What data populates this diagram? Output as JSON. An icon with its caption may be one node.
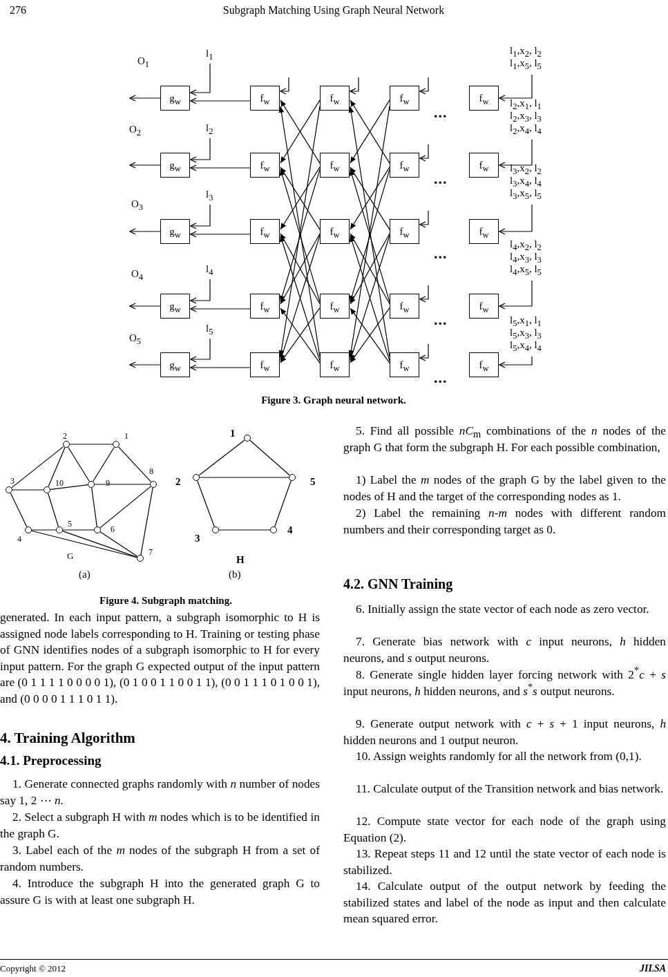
{
  "diagram": {
    "nodes": [
      {
        "text": [
          "g$_{w}$"
        ]
      },
      {
        "text": [
          "g$_{w}$"
        ]
      },
      {
        "text": [
          "g$_{w}$"
        ]
      },
      {
        "text": [
          "g$_{w}$"
        ]
      },
      {
        "text": [
          "g$_{w}$"
        ]
      },
      {
        "text": [
          "f$_{w}$"
        ]
      },
      {
        "text": [
          "f$_{w}$"
        ]
      },
      {
        "text": [
          "f$_{w}$"
        ]
      },
      {
        "text": [
          "f$_{w}$"
        ]
      },
      {
        "text": [
          "f$_{w}$"
        ]
      },
      {
        "text": [
          "f$_{w}$"
        ]
      },
      {
        "text": [
          "f$_{w}$"
        ]
      },
      {
        "text": [
          "f$_{w}$"
        ]
      },
      {
        "text": [
          "f$_{w}$"
        ]
      },
      {
        "text": [
          "f$_{w}$"
        ]
      },
      {
        "text": [
          "f$_{w}$"
        ]
      },
      {
        "text": [
          "f$_{w}$"
        ]
      },
      {
        "text": [
          "f$_{w}$"
        ]
      },
      {
        "text": [
          "f$_{w}$"
        ]
      },
      {
        "text": [
          "f$_{w}$"
        ]
      },
      {
        "text": [
          "f$_{w}$"
        ]
      },
      {
        "text": [
          "f$_{w}$"
        ]
      },
      {
        "text": [
          "f$_{w}$"
        ]
      },
      {
        "text": [
          "f$_{w}$"
        ]
      },
      {
        "text": [
          "f$_{w}$"
        ]
      },
      {
        "text": [
          "l$_{1}$"
        ]
      },
      {
        "text": [
          "l$_{2}$"
        ]
      },
      {
        "text": [
          "l$_{3}$"
        ]
      },
      {
        "text": [
          "l$_{4}$"
        ]
      },
      {
        "text": [
          "l$_{5}$"
        ]
      },
      {
        "text": [
          "l$_{1}$,x$_{2}$, l$_{2}$",
          "l$_{1}$,x$_{5}$, l$_{5}$"
        ]
      },
      {
        "text": [
          "l$_{2}$,x$_{1}$, l$_{1}$",
          "l$_{2}$,x$_{3}$, l$_{3}$",
          "l$_{2}$,x$_{4}$, l$_{4}$"
        ]
      },
      {
        "text": [
          "l$_{3}$,x$_{2}$, l$_{2}$",
          "l$_{3}$,x$_{4}$, l$_{4}$",
          "l$_{3}$,x$_{5}$, l$_{5}$"
        ]
      },
      {
        "text": [
          "l$_{4}$,x$_{2}$, l$_{2}$",
          "l$_{4}$,x$_{3}$, l$_{3}$",
          "l$_{4}$,x$_{5}$, l$_{5}$"
        ]
      },
      {
        "text": [
          "l$_{5}$,x$_{1}$, l$_{1}$",
          "l$_{5}$,x$_{3}$, l$_{3}$",
          "l$_{5}$,x$_{4}$, l$_{4}$"
        ]
      },
      {
        "text": [],
        "shape": "circle",
        "beside": [
          "2"
        ]
      },
      {
        "text": [],
        "shape": "circle",
        "beside": [
          "1"
        ]
      },
      {
        "text": [],
        "shape": "circle",
        "beside": [
          "3"
        ]
      },
      {
        "text": [],
        "shape": "circle",
        "beside": [
          "10"
        ]
      },
      {
        "text": [],
        "shape": "circle",
        "beside": [
          "9"
        ]
      },
      {
        "text": [],
        "shape": "circle",
        "beside": [
          "8"
        ]
      },
      {
        "text": [],
        "shape": "circle",
        "beside": [
          "4"
        ]
      },
      {
        "text": [],
        "shape": "circle",
        "beside": [
          "5"
        ]
      },
      {
        "text": [],
        "shape": "circle",
        "beside": [
          "6"
        ]
      },
      {
        "text": [],
        "shape": "circle",
        "beside": [
          "7"
        ]
      },
      {
        "text": [],
        "shape": "circle",
        "beside": [
          "1"
        ]
      },
      {
        "text": [],
        "shape": "circle",
        "beside": [
          "2"
        ]
      },
      {
        "text": [],
        "shape": "circle",
        "beside": [
          "5"
        ]
      },
      {
        "text": [],
        "shape": "circle",
        "beside": [
          "3"
        ]
      },
      {
        "text": [],
        "shape": "circle",
        "beside": [
          "4"
        ]
      }
    ],
    "edges": [
      {
        "from": 0,
        "to": null,
        "arrow": "to"
      },
      {
        "from": 1,
        "to": null,
        "arrow": "to"
      },
      {
        "from": 2,
        "to": null,
        "arrow": "to"
      },
      {
        "from": 3,
        "to": null,
        "arrow": "to"
      },
      {
        "from": 4,
        "to": null,
        "arrow": "to"
      },
      {
        "from": 25,
        "to": 0,
        "arrow": "to"
      },
      {
        "from": 26,
        "to": 1,
        "arrow": "to"
      },
      {
        "from": 27,
        "to": 2,
        "arrow": "to"
      },
      {
        "from": 28,
        "to": 3,
        "arrow": "to"
      },
      {
        "from": 29,
        "to": 4,
        "arrow": "to"
      },
      {
        "from": 5,
        "to": 0,
        "arrow": "to"
      },
      {
        "from": 6,
        "to": 1,
        "arrow": "to"
      },
      {
        "from": 7,
        "to": 2,
        "arrow": "to"
      },
      {
        "from": 8,
        "to": 3,
        "arrow": "to"
      },
      {
        "from": 9,
        "to": 4,
        "arrow": "to"
      },
      {
        "from": 11,
        "to": 5,
        "arrow": "to"
      },
      {
        "from": 14,
        "to": 5,
        "arrow": "to"
      },
      {
        "from": 10,
        "to": 6,
        "arrow": "to"
      },
      {
        "from": 12,
        "to": 6,
        "arrow": "to"
      },
      {
        "from": 13,
        "to": 6,
        "arrow": "to"
      },
      {
        "from": 11,
        "to": 7,
        "arrow": "to"
      },
      {
        "from": 13,
        "to": 7,
        "arrow": "to"
      },
      {
        "from": 14,
        "to": 7,
        "arrow": "to"
      },
      {
        "from": 11,
        "to": 8,
        "arrow": "to"
      },
      {
        "from": 12,
        "to": 8,
        "arrow": "to"
      },
      {
        "from": 14,
        "to": 8,
        "arrow": "to"
      },
      {
        "from": 10,
        "to": 9,
        "arrow": "to"
      },
      {
        "from": 12,
        "to": 9,
        "arrow": "to"
      },
      {
        "from": 13,
        "to": 9,
        "arrow": "to"
      },
      {
        "from": 16,
        "to": 10,
        "arrow": "to"
      },
      {
        "from": 19,
        "to": 10,
        "arrow": "to"
      },
      {
        "from": 15,
        "to": 11,
        "arrow": "to"
      },
      {
        "from": 17,
        "to": 11,
        "arrow": "to"
      },
      {
        "from": 18,
        "to": 11,
        "arrow": "to"
      },
      {
        "from": 16,
        "to": 12,
        "arrow": "to"
      },
      {
        "from": 18,
        "to": 12,
        "arrow": "to"
      },
      {
        "from": 19,
        "to": 12,
        "arrow": "to"
      },
      {
        "from": 16,
        "to": 13,
        "arrow": "to"
      },
      {
        "from": 17,
        "to": 13,
        "arrow": "to"
      },
      {
        "from": 19,
        "to": 13,
        "arrow": "to"
      },
      {
        "from": 15,
        "to": 14,
        "arrow": "to"
      },
      {
        "from": 17,
        "to": 14,
        "arrow": "to"
      },
      {
        "from": 18,
        "to": 14,
        "arrow": "to"
      },
      {
        "from": null,
        "to": 5,
        "arrow": "to"
      },
      {
        "from": null,
        "to": 10,
        "arrow": "to"
      },
      {
        "from": null,
        "to": 15,
        "arrow": "to"
      },
      {
        "from": null,
        "to": 16,
        "arrow": "to"
      },
      {
        "from": null,
        "to": 17,
        "arrow": "to"
      },
      {
        "from": null,
        "to": 18,
        "arrow": "to"
      },
      {
        "from": null,
        "to": 19,
        "arrow": "to"
      },
      {
        "from": 30,
        "to": 20,
        "arrow": "to"
      },
      {
        "from": 31,
        "to": 21,
        "arrow": "to"
      },
      {
        "from": 32,
        "to": 22,
        "arrow": "to"
      },
      {
        "from": 33,
        "to": 23,
        "arrow": "to"
      },
      {
        "from": 34,
        "to": 24,
        "arrow": "to"
      },
      {
        "from": 35,
        "to": 36,
        "arrow": "none"
      },
      {
        "from": 35,
        "to": 37,
        "arrow": "none"
      },
      {
        "from": 35,
        "to": 38,
        "arrow": "none"
      },
      {
        "from": 35,
        "to": 39,
        "arrow": "none"
      },
      {
        "from": 36,
        "to": 39,
        "arrow": "none"
      },
      {
        "from": 36,
        "to": 40,
        "arrow": "none"
      },
      {
        "from": 37,
        "to": 38,
        "arrow": "none"
      },
      {
        "from": 38,
        "to": 39,
        "arrow": "none"
      },
      {
        "from": 39,
        "to": 40,
        "arrow": "none"
      },
      {
        "from": 37,
        "to": 41,
        "arrow": "none"
      },
      {
        "from": 38,
        "to": 42,
        "arrow": "none"
      },
      {
        "from": 39,
        "to": 43,
        "arrow": "none"
      },
      {
        "from": 40,
        "to": 43,
        "arrow": "none"
      },
      {
        "from": 40,
        "to": 44,
        "arrow": "none"
      },
      {
        "from": 41,
        "to": 42,
        "arrow": "none"
      },
      {
        "from": 42,
        "to": 43,
        "arrow": "none"
      },
      {
        "from": 41,
        "to": 44,
        "arrow": "none"
      },
      {
        "from": 42,
        "to": 44,
        "arrow": "none"
      },
      {
        "from": 43,
        "to": 44,
        "arrow": "none"
      },
      {
        "from": 45,
        "to": 46,
        "arrow": "none"
      },
      {
        "from": 45,
        "to": 47,
        "arrow": "none"
      },
      {
        "from": 46,
        "to": 47,
        "arrow": "none"
      },
      {
        "from": 46,
        "to": 48,
        "arrow": "none"
      },
      {
        "from": 48,
        "to": 49,
        "arrow": "none"
      },
      {
        "from": 47,
        "to": 49,
        "arrow": "none"
      }
    ],
    "labels": [
      "276",
      "Subgraph Matching Using Graph Neural Network",
      "O$_{1}$",
      "O$_{2}$",
      "O$_{3}$",
      "O$_{4}$",
      "O$_{5}$",
      "...",
      "...",
      "...",
      "...",
      "...",
      "Figure 3. Graph neural network.",
      "G",
      "(a)",
      "H",
      "(b)",
      "Figure 4. Subgraph matching.",
      "generated. In each input pattern, a subgraph isomorphic to H is assigned node labels corresponding to H. Training or testing phase of GNN identifies nodes of a subgraph isomorphic to H for every input pattern. For the graph G expected output of the input pattern are (0 1 1 1 1 0 0 0 0 1), (0 1 0 0 1 1 0 0 1 1), (0 0 1 1 1 0 1 0 0 1), and (0 0 0 0 1 1 1 0 1 1).",
      "4. Training Algorithm",
      "4.1. Preprocessing",
      "1. Generate connected graphs randomly with *n* number of nodes say 1, 2 ⋯ *n*.",
      "2. Select a subgraph H with *m* nodes which is to be identified in the graph G.",
      "3. Label each of the *m* nodes of the subgraph H from a set of random numbers.",
      "4. Introduce the subgraph H into the generated graph G to assure G is with at least one subgraph H.",
      "5. Find all possible *nC*$_{m}$ combinations of the *n* nodes of the graph G that form the subgraph H. For each possible combination,",
      "1) Label the *m* nodes of the graph G by the label given to the nodes of H and the target of the corresponding nodes as 1.",
      "2) Label the remaining *n-m* nodes with different random numbers and their corresponding target as 0.",
      "4.2. GNN Training",
      "6. Initially assign the state vector of each node as zero vector.",
      "7. Generate bias network with *c* input neurons, *h* hidden neurons, and *s* output neurons.",
      "8. Generate single hidden layer forcing network with 2$^{*}$*c* + *s* input neurons, *h* hidden neurons, and *s*$^{*}$*s* output neurons.",
      "9. Generate output network with *c* + *s* + 1 input neurons, *h* hidden neurons and 1 output neuron.",
      "10. Assign weights randomly for all the network from (0,1).",
      "11. Calculate output of the Transition network and bias network.",
      "12. Compute state vector for each node of the graph using Equation (2).",
      "13. Repeat steps 11 and 12 until the state vector of each node is stabilized.",
      "14. Calculate output of the output network by feeding the stabilized states and label of the node as input and then calculate mean squared error.",
      "Copyright © 2012",
      "JILSA"
    ]
  }
}
